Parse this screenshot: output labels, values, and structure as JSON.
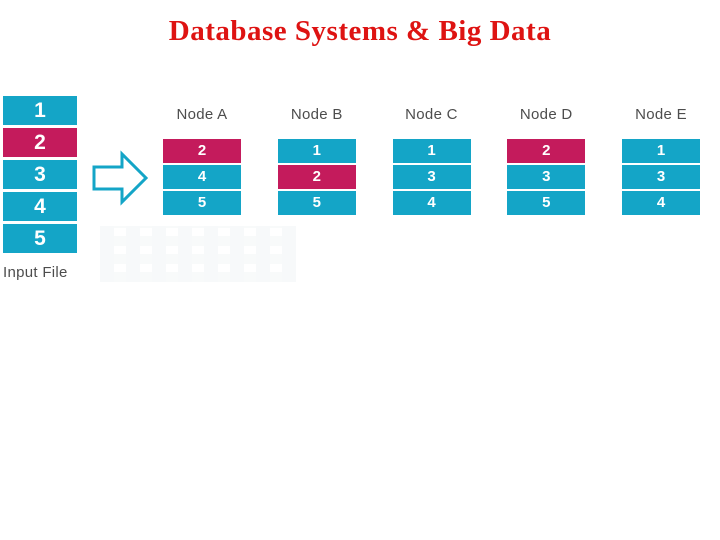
{
  "title": "Database Systems & Big Data",
  "colors": {
    "cyan": "#14A5C7",
    "crimson": "#C41B5C",
    "title_red": "#DE1312",
    "label_gray": "#4D4D4D"
  },
  "diagram": {
    "input_file": {
      "label": "Input File",
      "cells": [
        {
          "value": "1",
          "highlight": false
        },
        {
          "value": "2",
          "highlight": true
        },
        {
          "value": "3",
          "highlight": false
        },
        {
          "value": "4",
          "highlight": false
        },
        {
          "value": "5",
          "highlight": false
        }
      ]
    },
    "arrow_icon": "right-arrow-icon",
    "nodes": [
      {
        "label": "Node A",
        "cells": [
          {
            "value": "2",
            "highlight": true
          },
          {
            "value": "4",
            "highlight": false
          },
          {
            "value": "5",
            "highlight": false
          }
        ]
      },
      {
        "label": "Node B",
        "cells": [
          {
            "value": "1",
            "highlight": false
          },
          {
            "value": "2",
            "highlight": true
          },
          {
            "value": "5",
            "highlight": false
          }
        ]
      },
      {
        "label": "Node C",
        "cells": [
          {
            "value": "1",
            "highlight": false
          },
          {
            "value": "3",
            "highlight": false
          },
          {
            "value": "4",
            "highlight": false
          }
        ]
      },
      {
        "label": "Node D",
        "cells": [
          {
            "value": "2",
            "highlight": true
          },
          {
            "value": "3",
            "highlight": false
          },
          {
            "value": "5",
            "highlight": false
          }
        ]
      },
      {
        "label": "Node E",
        "cells": [
          {
            "value": "1",
            "highlight": false
          },
          {
            "value": "3",
            "highlight": false
          },
          {
            "value": "4",
            "highlight": false
          }
        ]
      }
    ]
  }
}
